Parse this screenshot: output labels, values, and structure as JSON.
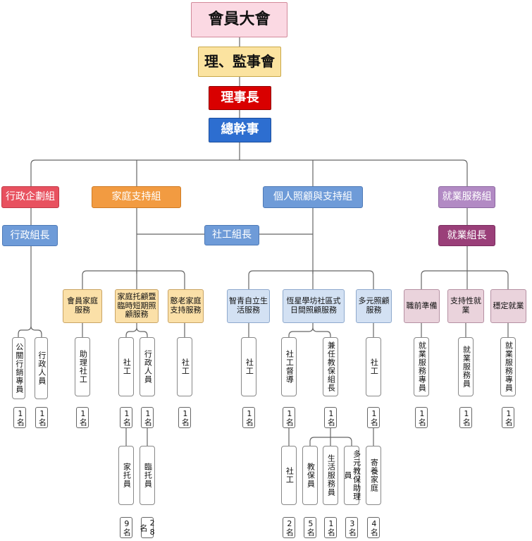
{
  "general_assembly": "會員大會",
  "board": "理、監事會",
  "chairman": "理事長",
  "secretary_general": "總幹事",
  "social_work_lead": "社工組長",
  "departments": {
    "admin": {
      "label": "行政企劃組",
      "lead": "行政組長",
      "roles": [
        {
          "title": "公關行銷專員",
          "count": "1名"
        },
        {
          "title": "行政人員",
          "count": "1名"
        }
      ]
    },
    "family": {
      "label": "家庭支持組",
      "services": [
        {
          "label": "會員家庭服務",
          "roles": [
            {
              "title": "助理社工",
              "count": "1名"
            }
          ]
        },
        {
          "label": "家庭托顧暨臨時短期照顧服務",
          "roles": [
            {
              "title": "社工",
              "count": "1名"
            },
            {
              "title": "行政人員",
              "count": "1名"
            }
          ],
          "sub": [
            {
              "title": "家托員",
              "count": "9名"
            },
            {
              "title": "臨托員",
              "count": "28名"
            }
          ]
        },
        {
          "label": "憨老家庭支持服務",
          "roles": [
            {
              "title": "社工",
              "count": "1名"
            }
          ]
        }
      ]
    },
    "personal": {
      "label": "個人照顧與支持組",
      "services": [
        {
          "label": "智青自立生活服務",
          "roles": [
            {
              "title": "社工",
              "count": "1名"
            }
          ]
        },
        {
          "label": "恆星學坊社區式日間照顧服務",
          "roles": [
            {
              "title": "社工督導",
              "count": "1名"
            },
            {
              "title": "兼任教保組長",
              "count": "1名"
            }
          ],
          "sub_a": [
            {
              "title": "社工",
              "count": "2名"
            }
          ],
          "sub_b": [
            {
              "title": "教保員",
              "count": "5名"
            },
            {
              "title": "生活服務員",
              "count": "1名"
            },
            {
              "title": "多元教保助理員",
              "count": "3名"
            }
          ]
        },
        {
          "label": "多元照顧服務",
          "roles": [
            {
              "title": "社工",
              "count": "1名"
            }
          ],
          "sub": [
            {
              "title": "寄養家庭",
              "count": "4名"
            }
          ]
        }
      ]
    },
    "employment": {
      "label": "就業服務組",
      "lead": "就業組長",
      "services": [
        {
          "label": "職前準備",
          "roles": [
            {
              "title": "就業服務專員",
              "count": "1名"
            }
          ]
        },
        {
          "label": "支持性就業",
          "roles": [
            {
              "title": "就業服務員",
              "count": "1名"
            }
          ]
        },
        {
          "label": "穩定就業",
          "roles": [
            {
              "title": "就業服務專員",
              "count": "1名"
            }
          ]
        }
      ]
    }
  }
}
